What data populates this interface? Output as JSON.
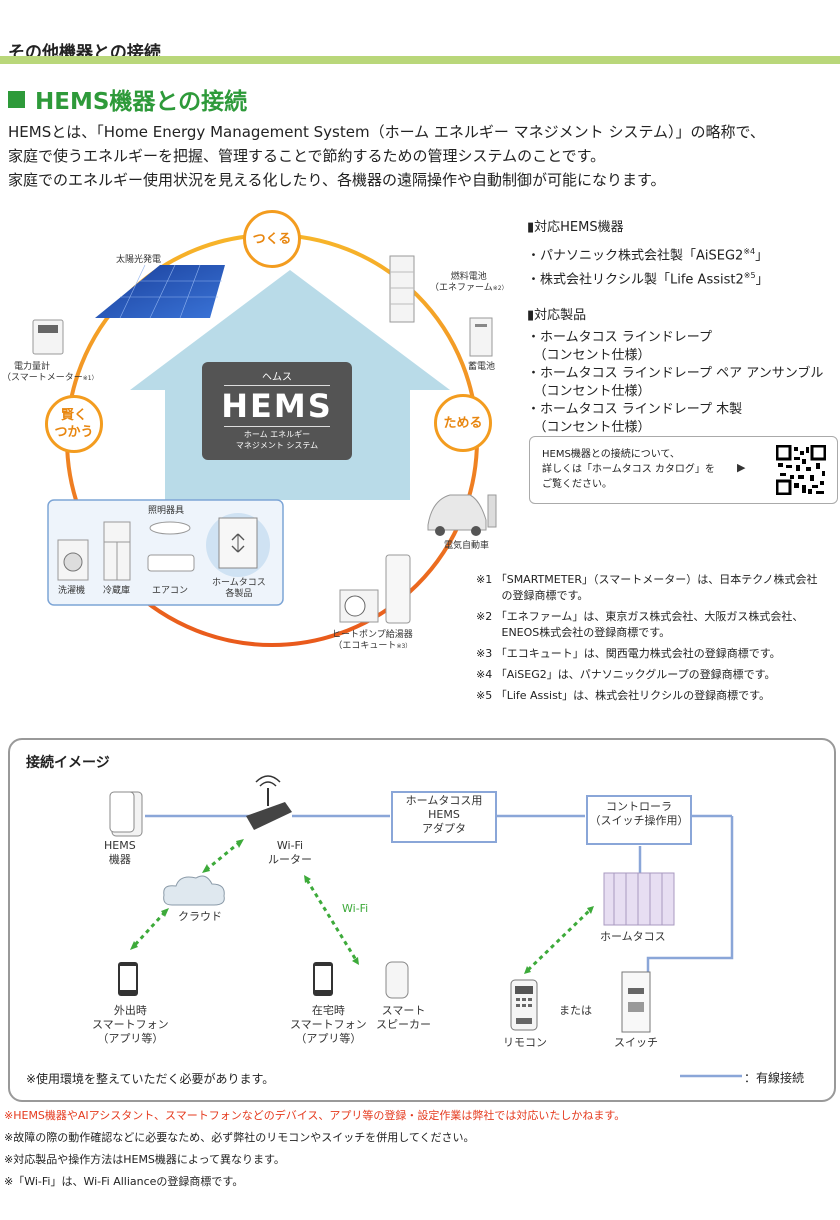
{
  "section_title": "その他機器との接続",
  "hems_heading": "HEMS機器との接続",
  "intro": [
    "HEMSとは、「Home Energy Management System（ホーム エネルギー マネジメント システム）」の略称で、",
    "家庭で使うエネルギーを把握、管理することで節約するための管理システムのことです。",
    "家庭でのエネルギー使用状況を見える化したり、各機器の遠隔操作や自動制御が可能になります。"
  ],
  "diagram": {
    "bubble_make": "つくる",
    "bubble_smart": [
      "賢く",
      "つかう"
    ],
    "bubble_store": "ためる",
    "hems_kana": "ヘムス",
    "hems_big": "HEMS",
    "hems_sub1": "ホーム エネルギー",
    "hems_sub2": "マネジメント システム",
    "solar": "太陽光発電",
    "fuel_cell": "燃料電池",
    "fuel_cell_sub": "（エネファーム",
    "fuel_cell_note": "※2）",
    "battery": "蓄電池",
    "meter": "電力量計",
    "meter_sub": "（スマートメーター",
    "meter_note": "※1）",
    "ev": "電気自動車",
    "heatpump": "ヒートポンプ給湯器",
    "heatpump_sub": "（エコキュート",
    "heatpump_note": "※3）",
    "light": "照明器具",
    "washer": "洗濯機",
    "fridge": "冷蔵庫",
    "aircon": "エアコン",
    "tachikawa1": "ホームタコス",
    "tachikawa2": "各製品"
  },
  "info": {
    "compat_title": "対応HEMS機器",
    "compat_items": [
      {
        "text": "・パナソニック株式会社製「AiSEG2",
        "note": "※4",
        "end": "」"
      },
      {
        "text": "・株式会社リクシル製「Life Assist2",
        "note": "※5",
        "end": "」"
      }
    ],
    "products_title": "対応製品",
    "products": [
      "・ホームタコス ラインドレープ",
      "　（コンセント仕様）",
      "・ホームタコス ラインドレープ ペア アンサンブル",
      "　（コンセント仕様）",
      "・ホームタコス ラインドレープ 木製",
      "　（コンセント仕様）"
    ],
    "catalog": [
      "HEMS機器との接続について、",
      "詳しくは「ホームタコス カタログ」を",
      "ご覧ください。"
    ],
    "catalog_arrow": "▶"
  },
  "notes": [
    "※1 「SMARTMETER」（スマートメーター）は、日本テクノ株式会社",
    "　　 の登録商標です。",
    "※2 「エネファーム」は、東京ガス株式会社、大阪ガス株式会社、",
    "　　 ENEOS株式会社の登録商標です。",
    "※3 「エコキュート」は、関西電力株式会社の登録商標です。",
    "※4 「AiSEG2」は、パナソニックグループの登録商標です。",
    "※5 「Life Assist」は、株式会社リクシルの登録商標です。"
  ],
  "connection": {
    "title": "接続イメージ",
    "hems_device": [
      "HEMS",
      "機器"
    ],
    "wifi_router": [
      "Wi-Fi",
      "ルーター"
    ],
    "adapter": [
      "ホームタコス用",
      "HEMS",
      "アダプタ"
    ],
    "controller": [
      "コントローラ",
      "（スイッチ操作用）"
    ],
    "cloud": "クラウド",
    "wifi_label": "Wi-Fi",
    "home_tachikawa": "ホームタコス",
    "phone_out": [
      "外出時",
      "スマートフォン",
      "（アプリ等）"
    ],
    "phone_home": [
      "在宅時",
      "スマートフォン",
      "（アプリ等）"
    ],
    "speaker": [
      "スマート",
      "スピーカー"
    ],
    "or": "または",
    "remote": "リモコン",
    "switch": "スイッチ",
    "env_note": "※使用環境を整えていただく必要があります。",
    "legend": "：有線接続",
    "wire_color": "#8aa6d8",
    "wireless_color": "#3daa3a"
  },
  "footnotes": [
    {
      "text": "※HEMS機器やAIアシスタント、スマートフォンなどのデバイス、アプリ等の登録・設定作業は弊社では対応いたしかねます。",
      "color": "#e53a1e"
    },
    {
      "text": "※故障の際の動作確認などに必要なため、必ず弊社のリモコンやスイッチを併用してください。",
      "color": "#222222"
    },
    {
      "text": "※対応製品や操作方法はHEMS機器によって異なります。",
      "color": "#222222"
    },
    {
      "text": "※「Wi-Fi」は、Wi-Fi Allianceの登録商標です。",
      "color": "#222222"
    }
  ]
}
